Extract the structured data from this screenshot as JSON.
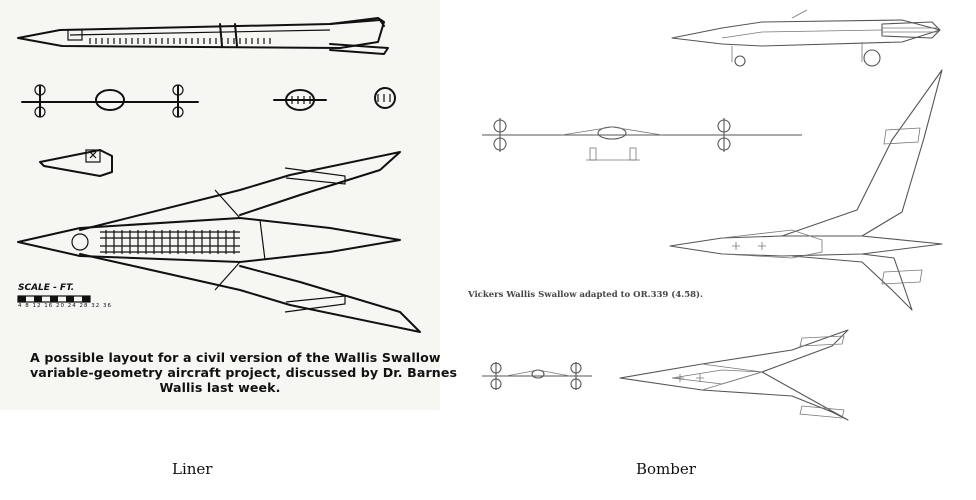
{
  "liner_panel": {
    "caption_lines": [
      "A possible layout for a civil version of the Wallis Swallow",
      "variable-geometry aircraft project, discussed by Dr. Barnes",
      "Wallis last week."
    ],
    "scale_label": "SCALE - FT.",
    "scale_ticks": "4  8  12  16 20  24  28  32  36",
    "label": "Liner"
  },
  "bomber_panel": {
    "caption": "Vickers Wallis Swallow adapted to OR.339 (4.58).",
    "label": "Bomber"
  }
}
